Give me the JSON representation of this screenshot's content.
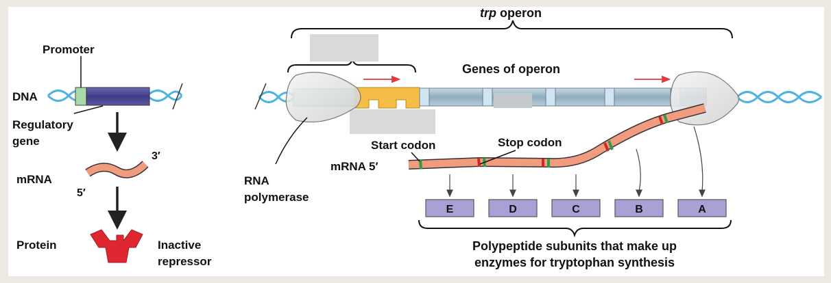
{
  "title_italic": "trp",
  "title_rest": " operon",
  "left": {
    "promoter": "Promoter",
    "dna": "DNA",
    "regulatory_line1": "Regulatory",
    "regulatory_line2": "gene",
    "mrna": "mRNA",
    "five_prime": "5′",
    "three_prime": "3′",
    "protein": "Protein",
    "inactive_line1": "Inactive",
    "inactive_line2": "repressor"
  },
  "right": {
    "genes_of_operon": "Genes of operon",
    "start_codon": "Start codon",
    "stop_codon": "Stop codon",
    "mrna_5": "mRNA 5′",
    "rna_line1": "RNA",
    "rna_line2": "polymerase",
    "subunits": [
      "E",
      "D",
      "C",
      "B",
      "A"
    ],
    "caption_line1": "Polypeptide subunits that make up",
    "caption_line2": "enzymes for tryptophan synthesis"
  },
  "colors": {
    "dna_helix": "#4fb3e0",
    "promoter_box": "#a9d9a9",
    "regulatory_gene": "#4b4793",
    "mrna": "#f29c7f",
    "repressor": "#e02630",
    "operator": "#f5bd46",
    "gene_segments": "#a7bfcc",
    "subunit_box": "#aaa0d6",
    "start_marker": "#2e9c45",
    "stop_marker": "#c92b2b"
  }
}
